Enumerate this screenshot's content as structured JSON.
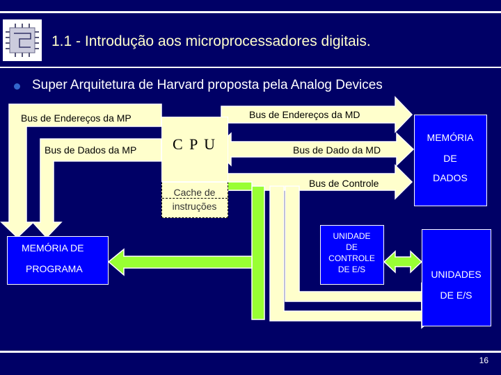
{
  "slide": {
    "title": "1.1 - Introdução aos microprocessadores digitais.",
    "bullet": "Super Arquitetura de Harvard proposta pela Analog Devices",
    "page_number": "16"
  },
  "diagram": {
    "bus_end_mp": "Bus de Endereços da MP",
    "bus_dados_mp": "Bus de Dados da MP",
    "cpu": "C P U",
    "cache_1": "Cache de",
    "cache_2": "instruções",
    "bus_end_md": "Bus de Endereços da MD",
    "bus_dado_md": "Bus de Dado da MD",
    "bus_controle": "Bus de Controle",
    "mem_dados_1": "MEMÓRIA",
    "mem_dados_2": "DE",
    "mem_dados_3": "DADOS",
    "mem_prog_1": "MEMÓRIA DE",
    "mem_prog_2": "PROGRAMA",
    "unid_ctrl_1": "UNIDADE",
    "unid_ctrl_2": "DE",
    "unid_ctrl_3": "CONTROLE",
    "unid_ctrl_4": "DE E/S",
    "unidades_1": "UNIDADES",
    "unidades_2": "DE E/S"
  },
  "colors": {
    "background": "#000066",
    "bus_yellow": "#ffffcc",
    "bus_green": "#99ff33",
    "box_blue": "#0000ff",
    "cpu_cream": "#ffffcc"
  }
}
